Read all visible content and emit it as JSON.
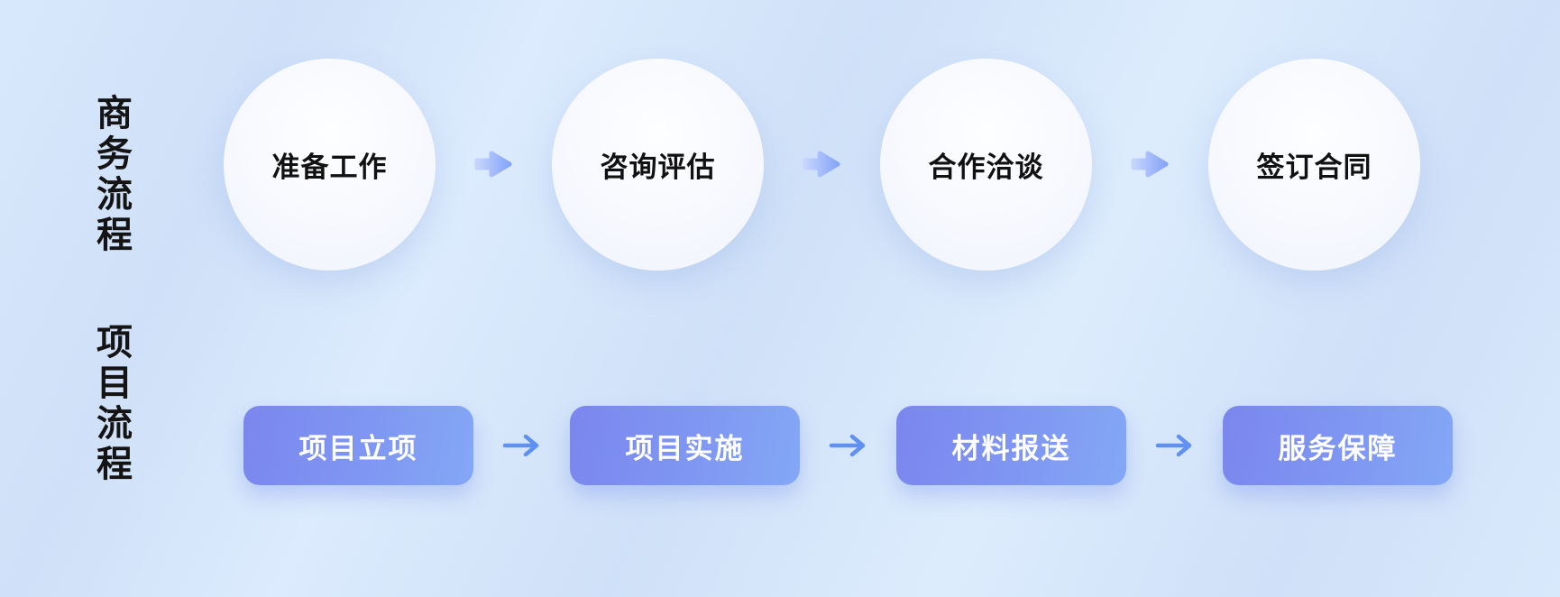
{
  "diagram": {
    "business_flow": {
      "title": "商务流程",
      "steps": [
        {
          "label": "准备工作"
        },
        {
          "label": "咨询评估"
        },
        {
          "label": "合作洽谈"
        },
        {
          "label": "签订合同"
        }
      ]
    },
    "project_flow": {
      "title": "项目流程",
      "steps": [
        {
          "label": "项目立项"
        },
        {
          "label": "项目实施"
        },
        {
          "label": "材料报送"
        },
        {
          "label": "服务保障"
        }
      ]
    },
    "colors": {
      "background_base": "#d3e4f9",
      "circle_fill": "#f6f8fe",
      "pill_gradient_start": "#7b86ee",
      "pill_gradient_end": "#84a7f6",
      "chunky_arrow_start": "#c6d4fc",
      "chunky_arrow_end": "#86a5f8",
      "thin_arrow": "#5f90f2",
      "text_dark": "#111111",
      "text_light": "#ffffff"
    }
  }
}
